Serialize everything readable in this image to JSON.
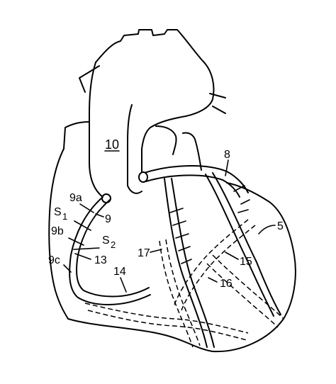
{
  "labels": {
    "l10": "10",
    "l8": "8",
    "l5": "5",
    "l9a": "9a",
    "l9": "9",
    "s1_letter": "S",
    "s1_sub": "1",
    "l9b": "9b",
    "s2_letter": "S",
    "s2_sub": "2",
    "l13": "13",
    "l9c": "9c",
    "l14": "14",
    "l17": "17",
    "l15": "15",
    "l16": "16"
  }
}
